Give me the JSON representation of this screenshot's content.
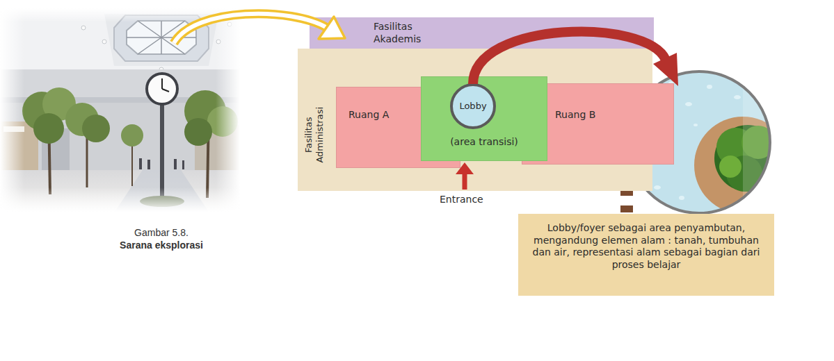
{
  "diagram": {
    "caption": "Gambar 5.8. Sarana eksplorasi",
    "nodes": [
      {
        "text": [
          "Fasilitas Akademis"
        ]
      },
      {
        "text": [
          "Fasilitas Administrasi"
        ]
      },
      {
        "text": [
          "Ruang A"
        ],
        "in": 1
      },
      {
        "text": [
          "(area transisi)"
        ],
        "in": 1
      },
      {
        "text": [
          "Lobby"
        ],
        "in": 3
      },
      {
        "text": [
          "Ruang B"
        ],
        "in": 1
      },
      {
        "text": [
          "Lobby/foyer sebagai area penyambutan, mengandung elemen alam : tanah, tumbuhan dan air, representasi alam sebagai bagian dari proses belajar"
        ]
      }
    ],
    "labels": [
      "Entrance"
    ]
  }
}
